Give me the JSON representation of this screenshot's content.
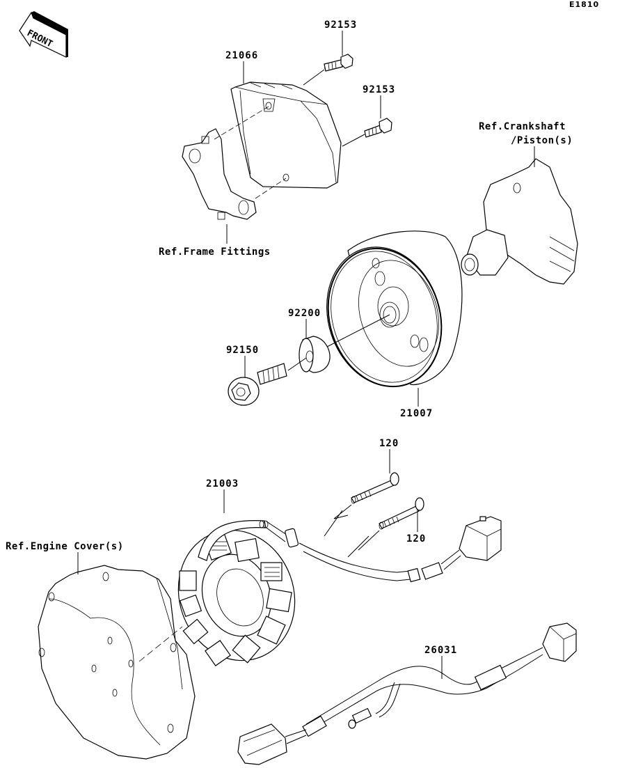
{
  "diagram": {
    "code": "E1810",
    "front_indicator": "FRONT",
    "parts": [
      {
        "id": "92153-upper",
        "label": "92153",
        "name": "bolt"
      },
      {
        "id": "21066",
        "label": "21066",
        "name": "regulator"
      },
      {
        "id": "92153-lower",
        "label": "92153",
        "name": "bolt"
      },
      {
        "id": "21007",
        "label": "21007",
        "name": "flywheel-rotor"
      },
      {
        "id": "92200",
        "label": "92200",
        "name": "washer"
      },
      {
        "id": "92150",
        "label": "92150",
        "name": "flywheel-bolt"
      },
      {
        "id": "21003",
        "label": "21003",
        "name": "stator"
      },
      {
        "id": "120-upper",
        "label": "120",
        "name": "stator-bolt"
      },
      {
        "id": "120-lower",
        "label": "120",
        "name": "stator-bolt"
      },
      {
        "id": "26031",
        "label": "26031",
        "name": "wiring-harness"
      }
    ],
    "references": [
      {
        "id": "crankshaft",
        "line1": "Ref.Crankshaft",
        "line2": "/Piston(s)"
      },
      {
        "id": "frame",
        "line1": "Ref.Frame Fittings"
      },
      {
        "id": "engine-cover",
        "line1": "Ref.Engine Cover(s)"
      }
    ]
  }
}
